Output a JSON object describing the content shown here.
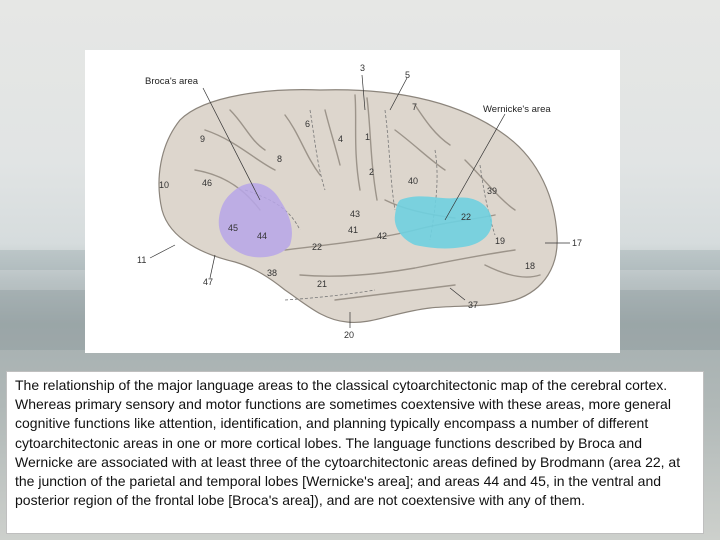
{
  "figure": {
    "area_labels": {
      "broca": "Broca's area",
      "wernicke": "Wernicke's area"
    },
    "brodmann_numbers": {
      "n3": "3",
      "n5": "5",
      "n7": "7",
      "n6": "6",
      "n4": "4",
      "n1": "1",
      "n9": "9",
      "n8": "8",
      "n2": "2",
      "n10": "10",
      "n46": "46",
      "n40": "40",
      "n39": "39",
      "n43": "43",
      "n22a": "22",
      "n45": "45",
      "n44": "44",
      "n41": "41",
      "n42": "42",
      "n19": "19",
      "n17": "17",
      "n11": "11",
      "n22b": "22",
      "n38": "38",
      "n18": "18",
      "n47": "47",
      "n21": "21",
      "n37": "37",
      "n20": "20"
    },
    "colors": {
      "broca_region": "#b7a6e8",
      "wernicke_region": "#6fd0e0",
      "cortex": "#ddd6cd"
    }
  },
  "caption": {
    "text": "The relationship of the major language areas to the classical cytoarchitectonic map of the cerebral cortex. Whereas primary sensory and motor functions are sometimes coextensive with these areas, more general cognitive functions like attention, identification, and planning typically encompass a number of different cytoarchitectonic areas in one or more cortical lobes. The language functions described by Broca and Wernicke are associated with at least three of the cytoarchitectonic areas defined by Brodmann (area 22, at the junction of the parietal and temporal lobes [Wernicke's area]; and areas 44 and 45, in the ventral and posterior region of the frontal lobe [Broca's area]), and are not coextensive with any of them."
  }
}
